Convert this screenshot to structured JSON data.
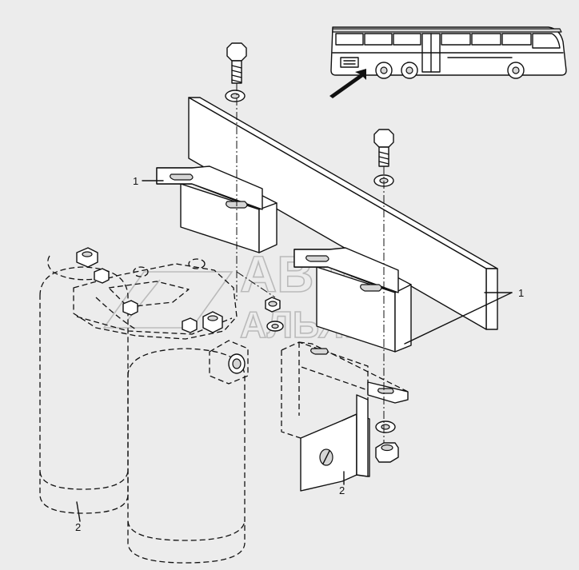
{
  "callouts": {
    "bracket_upper_left": "1",
    "bracket_right": "1",
    "filter_left": "2",
    "bracket_lower": "2"
  },
  "watermark": {
    "line1": "АВТО",
    "line2": "АЛЬЯНС"
  },
  "colors": {
    "background": "#ececec",
    "line": "#111111",
    "watermark": "#b8b8b8"
  }
}
